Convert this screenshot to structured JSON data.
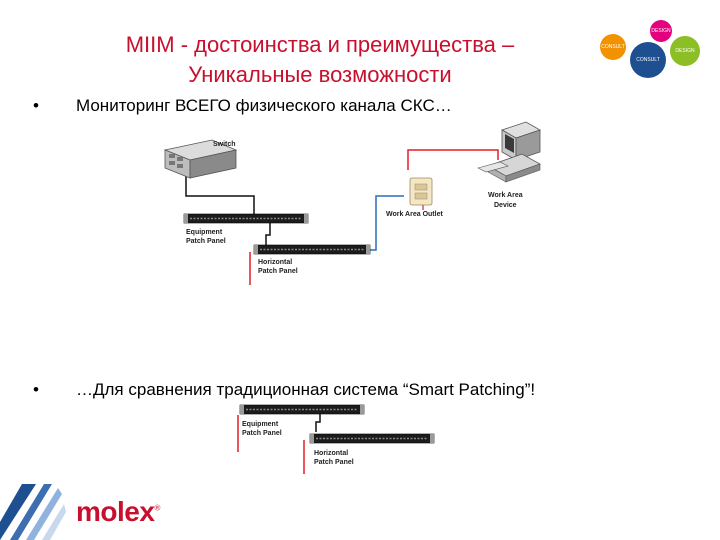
{
  "slide": {
    "title_line1": "MIIM - достоинства и преимущества –",
    "title_line2": "Уникальные возможности",
    "bullets": [
      {
        "marker": "•",
        "text": "Мониторинг ВСЕГО физического канала СКС…"
      },
      {
        "marker": "•",
        "text": "…Для сравнения традиционная система “Smart Patching”!"
      }
    ]
  },
  "corner_logo": {
    "circles": [
      {
        "label": "DESIGN",
        "color": "#e5007d"
      },
      {
        "label": "CONSULT",
        "color": "#f39200"
      },
      {
        "label": "CONSULT",
        "color": "#1d4f91"
      },
      {
        "label": "DESIGN",
        "color": "#8cbf26"
      }
    ]
  },
  "diagram1": {
    "switch_label": "Switch",
    "equipment_label_1": "Equipment",
    "equipment_label_2": "Patch Panel",
    "horizontal_label_1": "Horizontal",
    "horizontal_label_2": "Patch Panel",
    "outlet_label": "Work Area Outlet",
    "device_label_1": "Work Area",
    "device_label_2": "Device"
  },
  "diagram2": {
    "equipment_label_1": "Equipment",
    "equipment_label_2": "Patch Panel",
    "horizontal_label_1": "Horizontal",
    "horizontal_label_2": "Patch Panel"
  },
  "colors": {
    "title": "#c8102e",
    "red_cable": "#e31e24",
    "blue_cable": "#2a6ebb",
    "black_cable": "#111111",
    "brand": "#c8102e"
  },
  "footer": {
    "brand": "molex",
    "registered": "®"
  }
}
